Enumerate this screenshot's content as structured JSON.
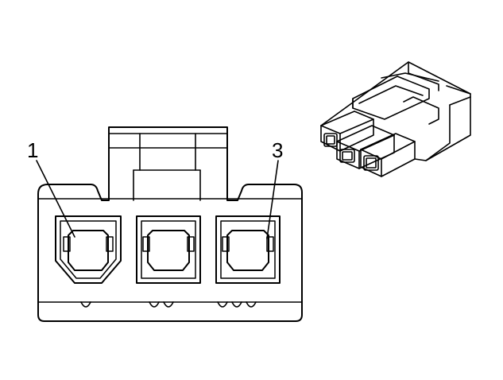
{
  "diagram": {
    "callouts": [
      {
        "id": "pin-1",
        "text": "1"
      },
      {
        "id": "pin-3",
        "text": "3"
      }
    ],
    "colors": {
      "line": "#000000",
      "background": "#ffffff"
    },
    "views": [
      "connector-face-view",
      "connector-isometric-view"
    ],
    "cavity_count": 3
  }
}
